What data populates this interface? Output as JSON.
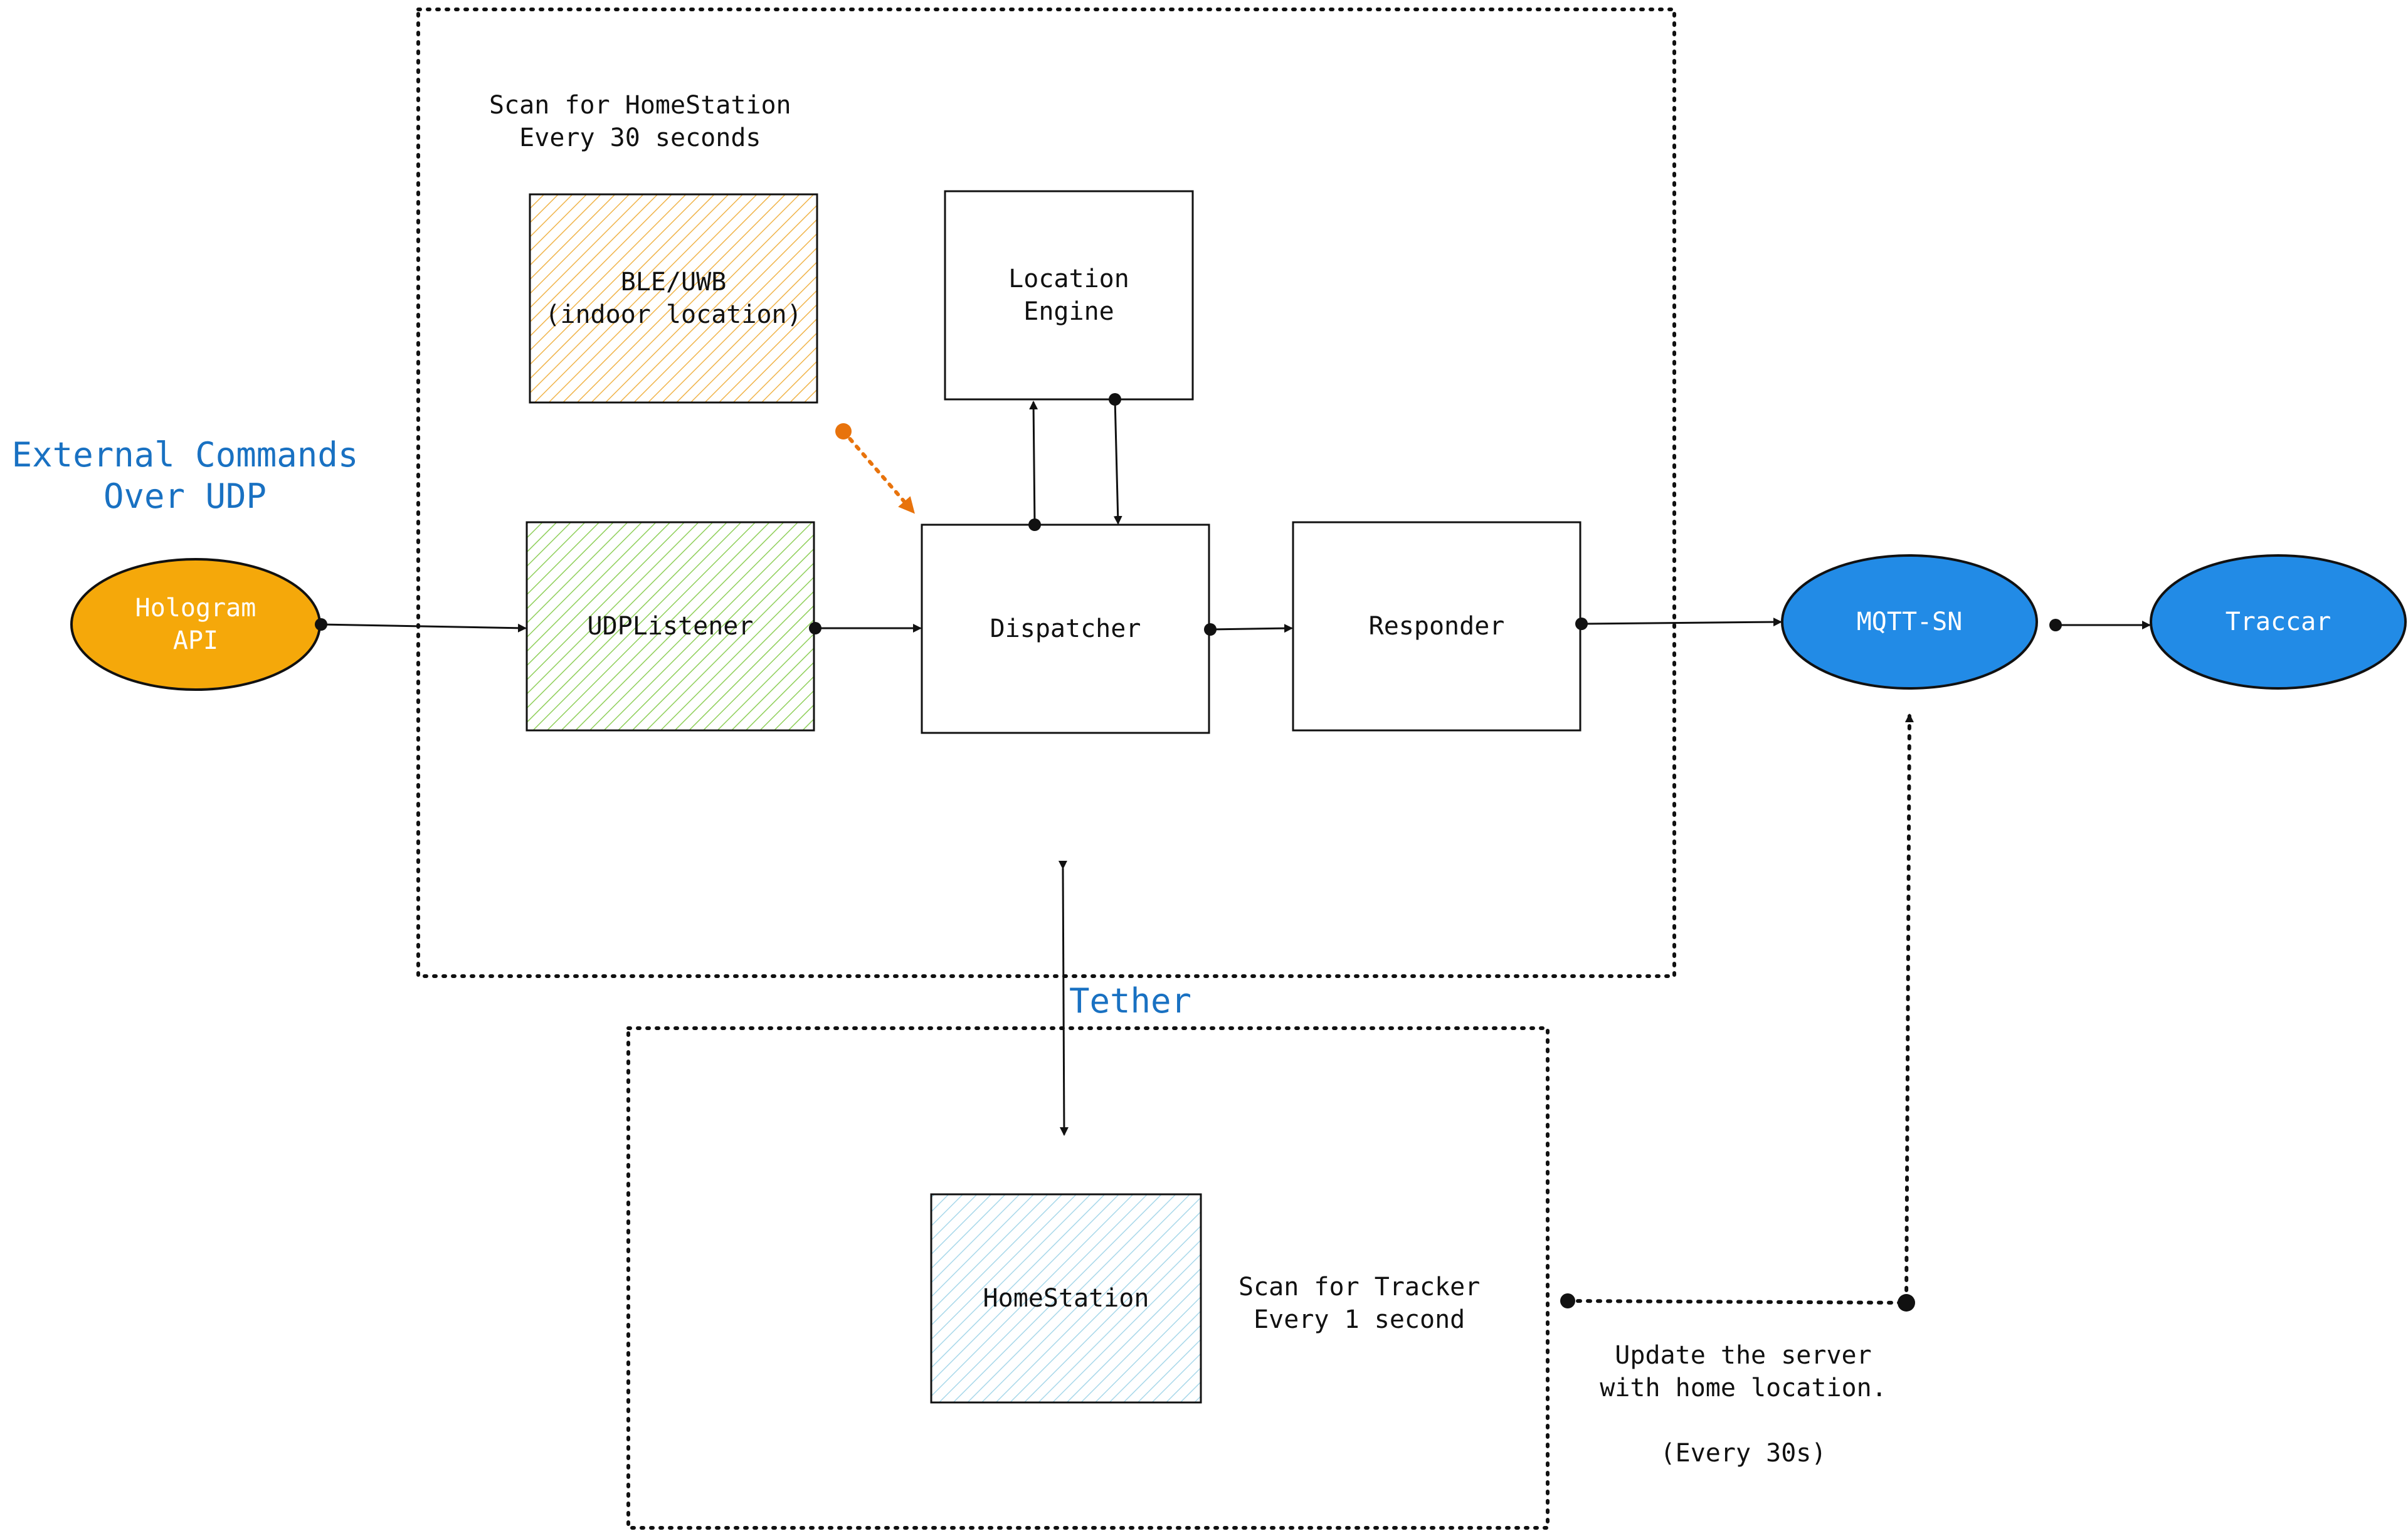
{
  "labels": {
    "external_commands": "External Commands\nOver UDP",
    "scan_homestation": "Scan for HomeStation\n  Every 30 seconds",
    "tether": "Tether",
    "scan_tracker": "Scan for Tracker\n Every 1 second",
    "update_server": "Update the server\nwith home location.\n\n(Every 30s)"
  },
  "nodes": {
    "hologram_api": "Hologram\nAPI",
    "ble_uwb": "BLE/UWB\n(indoor location)",
    "location_engine": "Location\nEngine",
    "udp_listener": "UDPListener",
    "dispatcher": "Dispatcher",
    "responder": "Responder",
    "mqtt_sn": "MQTT-SN",
    "traccar": "Traccar",
    "homestation": "HomeStation"
  },
  "colors": {
    "orange_fill": "#f5a80a",
    "blue_fill": "#228be6",
    "blue_text": "#1971c2",
    "ble_hatch": "#f0b44a",
    "udp_hatch": "#8fcf5a",
    "home_hatch": "#a8d8ea",
    "orange_arrow": "#e8730c"
  }
}
